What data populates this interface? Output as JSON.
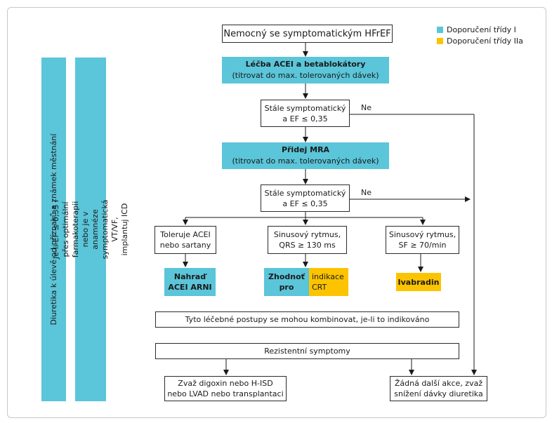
{
  "legend": {
    "class1": {
      "label": "Doporučení třídy I",
      "color": "#5bc5d9"
    },
    "class2a": {
      "label": "Doporučení třídy IIa",
      "color": "#fcc400"
    }
  },
  "side_bars": {
    "diuretics": "Diuretika k úlevě od příznaků a známek městnání",
    "icd": "Je-li EF ≤ 0,35 i přes optimální farmakoterapii nebo je v anamnéze\nsymptomatická VT/VF, implantuj ICD"
  },
  "nodes": {
    "start": "Nemocný se symptomatickým HFrEF",
    "acei_bb_title": "Léčba ACEI a betablokátory",
    "acei_bb_sub": "(titrovat do max. tolerovaných dávek)",
    "still_symp_1": "Stále symptomatický\na EF ≤ 0,35",
    "mra_title": "Přidej MRA",
    "mra_sub": "(titrovat do max. tolerovaných dávek)",
    "still_symp_2": "Stále symptomatický\na EF ≤ 0,35",
    "tolerates": "Toleruje ACEI\nnebo sartany",
    "sinus_qrs": "Sinusový rytmus,\nQRS ≥ 130 ms",
    "sinus_hr": "Sinusový rytmus,\nSF ≥ 70/min",
    "replace": "Nahraď\nACEI ARNI",
    "consider": "Zhodnoť\npro",
    "crt": "indikace\nCRT",
    "ivabradin": "Ivabradin",
    "combine": "Tyto léčebné postupy se mohou kombinovat, je-li to indikováno",
    "resistant": "Rezistentní symptomy",
    "digoxin": "Zvaž digoxin nebo H-ISD\nnebo LVAD nebo transplantaci",
    "no_action": "Žádná další akce, zvaž\nsnížení dávky diuretika"
  },
  "edge_labels": {
    "no_1": "Ne",
    "no_2": "Ne"
  }
}
